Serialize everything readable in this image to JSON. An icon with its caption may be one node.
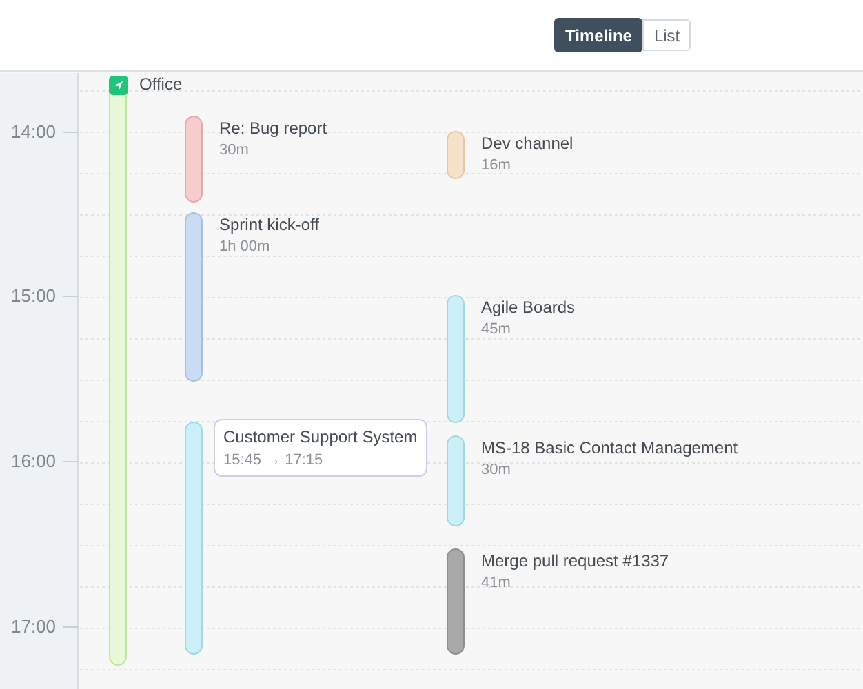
{
  "diagram": {
    "nodes": [
      {
        "text": [
          "Office"
        ]
      },
      {
        "text": [
          "Re: Bug report",
          "30m"
        ]
      },
      {
        "text": [
          "Sprint kick-off",
          "1h 00m"
        ]
      },
      {
        "text": [
          "Customer Support System",
          "15:45 → 17:15"
        ]
      },
      {
        "text": [
          "Dev channel",
          "16m"
        ]
      },
      {
        "text": [
          "Agile Boards",
          "45m"
        ]
      },
      {
        "text": [
          "MS-18 Basic Contact Management",
          "30m"
        ]
      },
      {
        "text": [
          "Merge pull request #1337",
          "41m"
        ]
      }
    ],
    "labels": [
      "Timeline",
      "List",
      "14:00",
      "15:00",
      "16:00",
      "17:00"
    ]
  }
}
